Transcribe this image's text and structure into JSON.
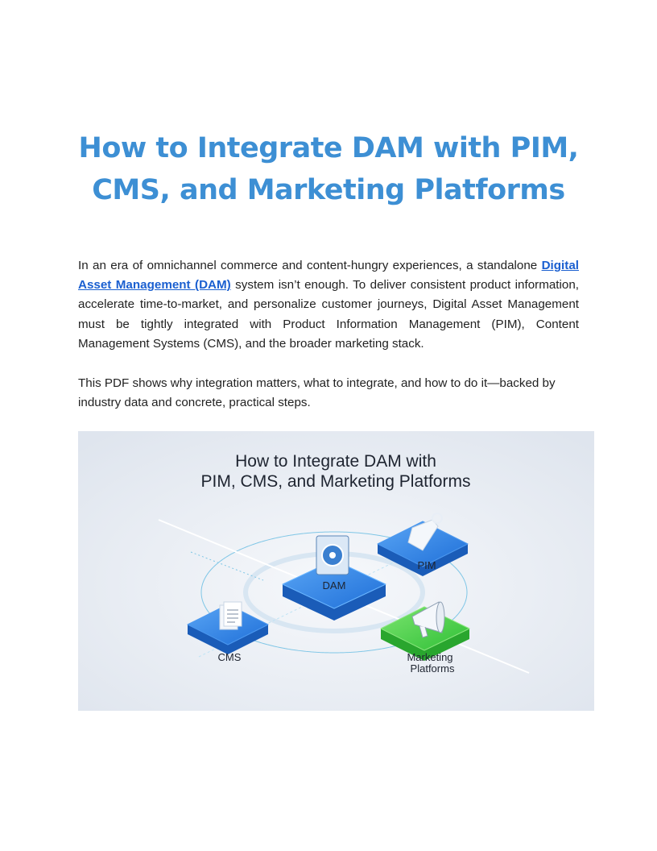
{
  "title": "How to Integrate DAM with PIM, CMS, and Marketing Platforms",
  "intro": {
    "before_link": "In an era of omnichannel commerce and content-hungry experiences, a standalone ",
    "link_text": "Digital Asset Management (DAM)",
    "after_link": " system isn’t enough. To deliver consistent product information, accelerate time-to-market, and personalize customer journeys, Digital Asset Management must be tightly integrated with Product Information Management (PIM), Content Management Systems (CMS), and the broader marketing stack."
  },
  "summary": "This PDF shows why integration matters, what to integrate, and how to do it—backed by industry data and concrete, practical steps.",
  "figure": {
    "title_line1": "How to Integrate DAM with",
    "title_line2": "PIM, CMS, and Marketing Platforms",
    "nodes": {
      "dam": "DAM",
      "pim": "PIM",
      "cms": "CMS",
      "marketing_line1": "Marketing",
      "marketing_line2": "Platforms"
    },
    "colors": {
      "blue": "#2f7fe0",
      "green": "#3fcf3f",
      "background": "#e6ebf2"
    }
  }
}
